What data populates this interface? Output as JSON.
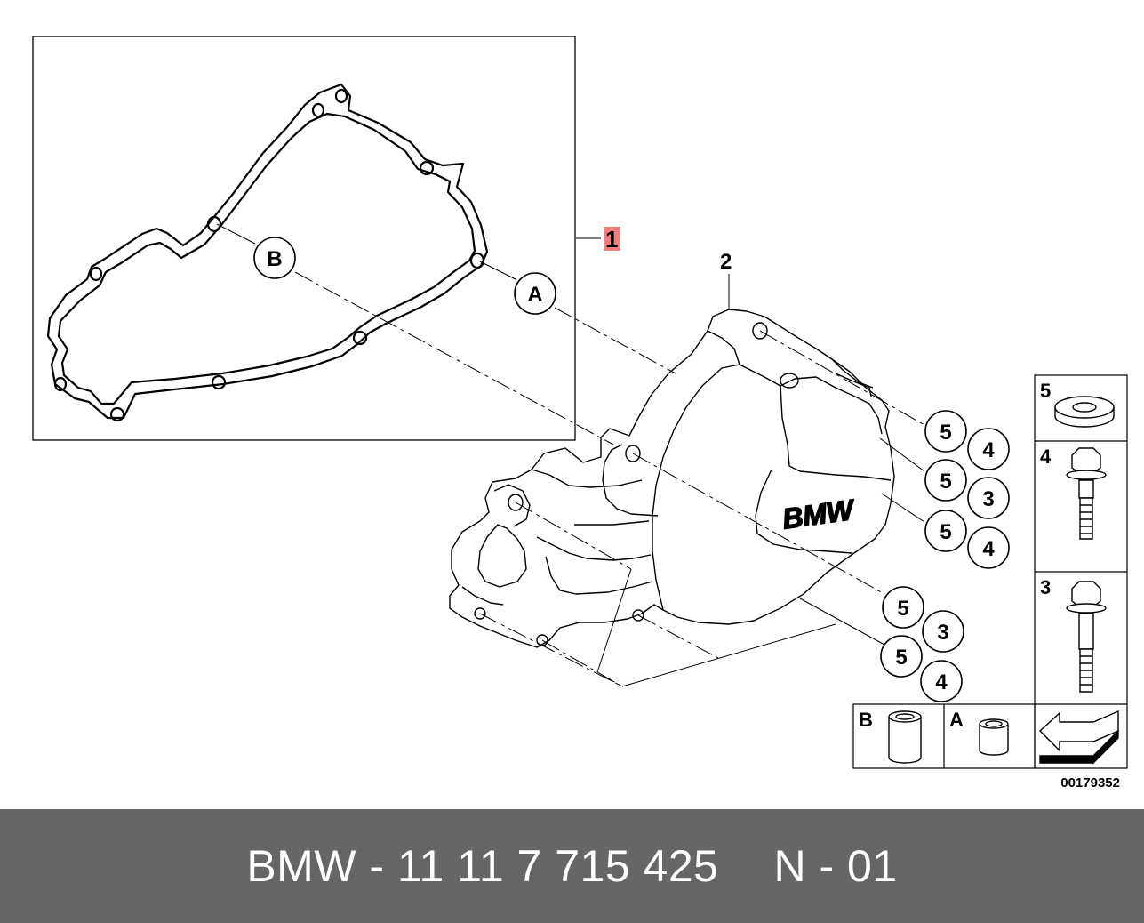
{
  "callouts": {
    "one": "1",
    "two": "2",
    "a": "A",
    "b": "B"
  },
  "fastener_groups": [
    [
      "5",
      "4"
    ],
    [
      "5",
      "3"
    ],
    [
      "5",
      "4"
    ],
    [
      "5",
      "3"
    ],
    [
      "5",
      "4"
    ]
  ],
  "logo_text": "BMW",
  "legend": {
    "item5": "5",
    "item4": "4",
    "item3": "3",
    "itemB": "B",
    "itemA": "A"
  },
  "diagram_number": "00179352",
  "footer": {
    "part": "BMW - 11 11 7 715 425",
    "page": "N - 01"
  },
  "colors": {
    "footer_bg": "#666666",
    "callout_highlight": "#f08080"
  }
}
